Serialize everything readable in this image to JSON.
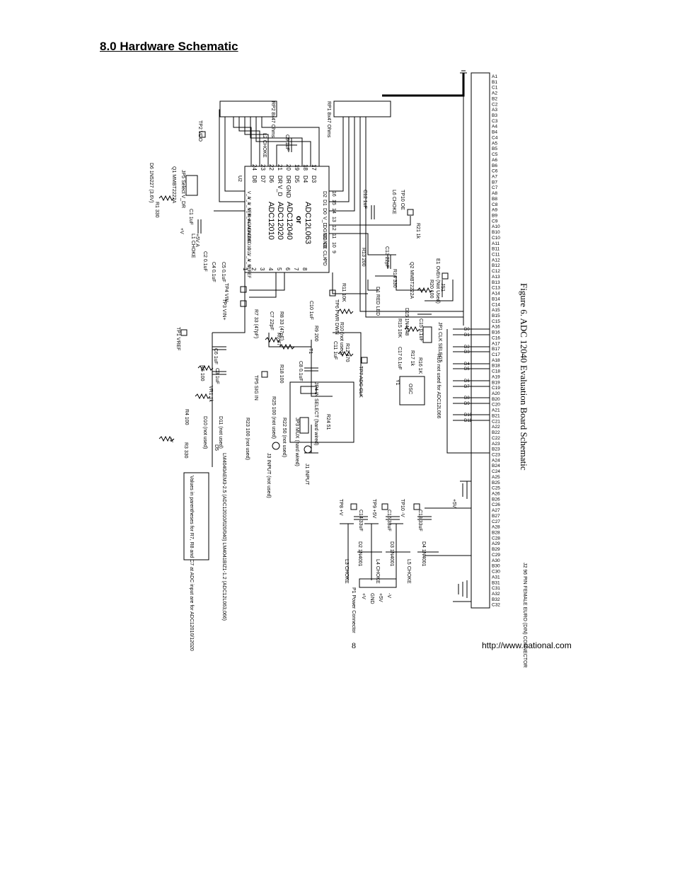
{
  "page": {
    "heading": "8.0 Hardware Schematic",
    "page_number": "8",
    "url": "http://www.national.com"
  },
  "figure": {
    "caption": "Figure 6. ADC 12040 Evaluation Board Schematic",
    "chip": {
      "parts": [
        "ADC12010",
        "ADC12020",
        "ADC12040",
        "or",
        "ADC12L063"
      ],
      "left_pins": [
        "V_A",
        "V_A",
        "V_REF",
        "V_IN+",
        "V_IN-",
        "AGND",
        "AGND",
        "AGND",
        "D9",
        "D10",
        "D11",
        "V_A",
        "V_REF",
        "V_REF"
      ],
      "top_pins": [
        "D8",
        "D7",
        "D6",
        "DR V_D",
        "DR GND",
        "D5",
        "D4",
        "D3"
      ],
      "right_pins": [
        "D2",
        "D1",
        "D0",
        "V_D",
        "DGND",
        "DGND",
        "OE",
        "CLK",
        "PD"
      ],
      "pin_numbers_bottom": [
        "1",
        "2",
        "3",
        "4",
        "5",
        "6",
        "7",
        "8"
      ],
      "pin_numbers_top": [
        "24",
        "23",
        "22",
        "21",
        "20",
        "19",
        "18",
        "17"
      ],
      "pin_numbers_right": [
        "16",
        "15",
        "14",
        "13",
        "12",
        "11",
        "10",
        "9"
      ],
      "ref": "U2"
    },
    "labels": {
      "rp2": "RP2 8x47 Ohms",
      "rp1": "RP1 8x47 Ohms",
      "tp2": "TP2 VDO",
      "l2": "L2 CHOKE",
      "c9": "C9 1uF",
      "d6": "D6 1N5227 (3.6V)",
      "q1": "Q1 MMBT2222A",
      "r1": "R1 330",
      "jp5": "JP5 Select V_DR",
      "c1": "C1 1uF",
      "l1": "L1 CHOKE",
      "plus_v": "+V",
      "plus5va": "+5V A",
      "c2": "C2 0.1uF",
      "c4": "C4 0.1uF",
      "c5": "C5 0.1uF",
      "c12": "C12 1uF",
      "l6": "L6 CHOKE",
      "tp10": "TP10 OE",
      "r21": "R21 1k",
      "r13": "R13 200",
      "c13": "C13 22pF",
      "q2": "Q2 MMBT2222A",
      "e1": "E1 OvEn (Not Used)",
      "tp1": "TP1 VREF",
      "tp4": "TP4 VIN-",
      "tp3": "TP3 VIN+",
      "r7": "R7 33 (47pF)",
      "c7": "C7 22pF",
      "r8": "R8 33 (47pF)",
      "c10": "C10 1uF",
      "tp6": "TP6 PWR DWN",
      "r11": "R11 10K",
      "r14": "R14 330",
      "d1": "D1 RED LED",
      "r20": "R20 100",
      "js1": "JS1",
      "c6": "C6 1uF",
      "r6": "R6 47",
      "r9": "R9 200",
      "r10": "R10 (not used)",
      "r15": "R15 10K",
      "d15": "D15 1N4148",
      "c15": "C15 0.1uF",
      "jp1": "JP1 CLK SELECT",
      "c3": "C3 1uF",
      "r5": "R5 100",
      "c11": "C11 1uF",
      "t1": "T1",
      "r12": "R12 470",
      "c17": "C17 0.1uF",
      "r17": "R17 1k",
      "r16": "R16 1K",
      "vr1": "VR1 1k",
      "r18": "R18 100",
      "c8": "C8 0.1uF",
      "tp5": "TP5 SIG IN",
      "jp4": "JP4 IN SELECT (hard wired)",
      "tp7": "TP7 ADC CLK",
      "y1": "Y1",
      "osc": "OSC",
      "r16_note": "R16 not used for ADC12L066",
      "r4": "R4 100",
      "d10": "D10 (not used)",
      "d11": "D11 (not used)",
      "r25": "R25 100 (not used)",
      "r23": "R23 100 (not used)",
      "r22": "R22 50 (not used)",
      "r24": "R24 51",
      "jp3": "JP3 MUX (hard wired)",
      "r3": "R3 330",
      "minus_v": "-V",
      "d5": "D5",
      "d5_note": "LM4040AEM3-2.5 (ADC12010/020/040) LM4041BIZ1-1.2 (ADC12L063,066)",
      "j3": "J3 INPUT (not used)",
      "j1": "J1 INPUT",
      "note_box": "Values in parentheses for R7, R8 and C7 at ADC input are for ADC12010/12020",
      "tp8": "TP8 +V",
      "tp9": "TP9 +5V",
      "tp10b": "TP10 -V",
      "c14": "C14 33uF",
      "c16": "C16 33uF",
      "c18": "C18 33uF",
      "d2": "D2 1N4001",
      "d3": "D3 1N4001",
      "d4": "D4 1N4001",
      "l3": "L3 CHOKE",
      "l4": "L4 CHOKE",
      "l5": "L5 CHOKE",
      "p1": "P1 Power Connector",
      "p1_pins": [
        "+V",
        "GND",
        "+5V",
        "-V"
      ],
      "plus5v": "+5V",
      "j2": "J2 96 PIN FEMALE EURO (DIN) CONNECTOR",
      "bus_labels": [
        "D0",
        "D1",
        "D2",
        "D3",
        "D4",
        "D5",
        "D6",
        "D7",
        "D8",
        "D9",
        "D10",
        "D11"
      ]
    },
    "connector_pins": [
      "A1",
      "B1",
      "C1",
      "A2",
      "B2",
      "C2",
      "A3",
      "B3",
      "C3",
      "A4",
      "B4",
      "C4",
      "A5",
      "B5",
      "C5",
      "A6",
      "B6",
      "C6",
      "A7",
      "B7",
      "C7",
      "A8",
      "B8",
      "C8",
      "A9",
      "B9",
      "C9",
      "A10",
      "B10",
      "C10",
      "A11",
      "B11",
      "C11",
      "A12",
      "B12",
      "C12",
      "A13",
      "B13",
      "C13",
      "A14",
      "B14",
      "C14",
      "A15",
      "B15",
      "C15",
      "A16",
      "B16",
      "C16",
      "A17",
      "B17",
      "C17",
      "A18",
      "B18",
      "C18",
      "A19",
      "B19",
      "C19",
      "A20",
      "B20",
      "C20",
      "A21",
      "B21",
      "C21",
      "A22",
      "B22",
      "C22",
      "A23",
      "B23",
      "C23",
      "A24",
      "B24",
      "C24",
      "A25",
      "B25",
      "C25",
      "A26",
      "B26",
      "C26",
      "A27",
      "B27",
      "C27",
      "A28",
      "B28",
      "C28",
      "A29",
      "B29",
      "C29",
      "A30",
      "B30",
      "C30",
      "A31",
      "B31",
      "C31",
      "A32",
      "B32",
      "C32"
    ]
  }
}
